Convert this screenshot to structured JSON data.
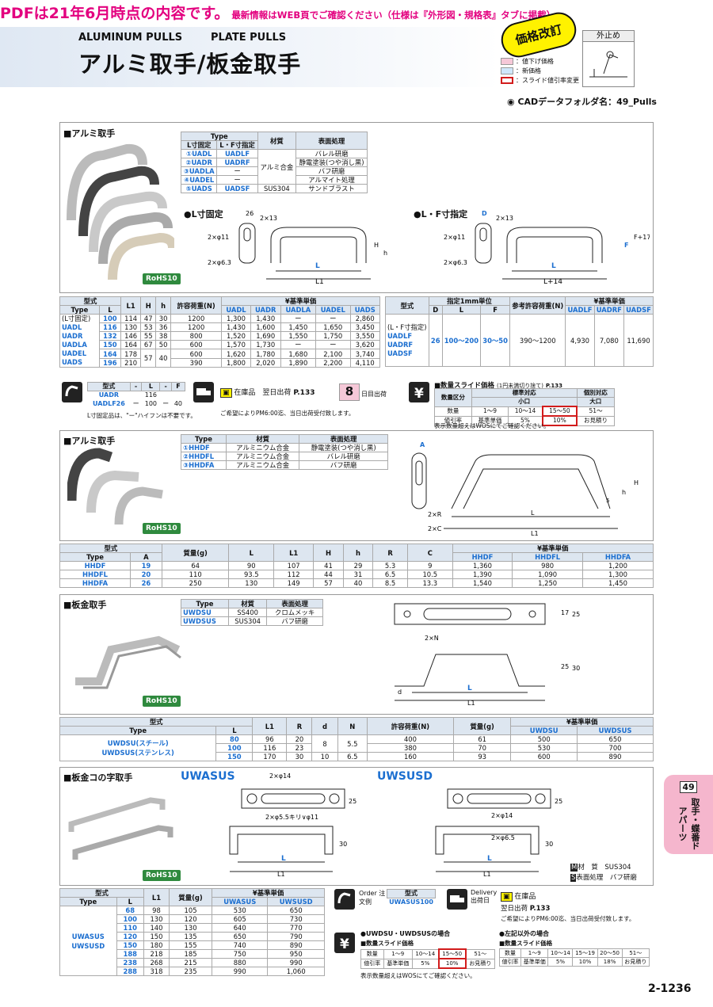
{
  "banner": {
    "main": "PDFは21年6月時点の内容です。",
    "sub": "最新情報はWEB頁でご確認ください（仕様は『外形図・規格表』タブに掲載）"
  },
  "header": {
    "en1": "ALUMINUM PULLS",
    "en2": "PLATE PULLS",
    "jp": "アルミ取手/板金取手",
    "badge": "価格改訂",
    "legend": [
      "：値下げ価格",
      "：新価格",
      "：スライド値引率変更"
    ],
    "outside": "外止め",
    "cad": "CADデータフォルダ名：49_Pulls"
  },
  "colors": {
    "blue": "#1c6fd0",
    "pink": "#e3007f",
    "green": "#2f8a3e"
  },
  "s1": {
    "title": "アルミ取手",
    "rohs": "RoHS10",
    "type_table": {
      "h_type": "Type",
      "h_l": "L寸固定",
      "h_lf": "L・F寸指定",
      "h_mat": "材質",
      "h_surf": "表面処理",
      "rows": [
        [
          "①UADL",
          "UADLF",
          "アルミ合金",
          "バレル研磨"
        ],
        [
          "②UADR",
          "UADRF",
          "",
          "静電塗装(つや消し黒)"
        ],
        [
          "③UADLA",
          "ー",
          "",
          "バフ研磨"
        ],
        [
          "④UADEL",
          "ー",
          "",
          "アルマイト処理"
        ],
        [
          "⑤UADS",
          "UADSF",
          "SUS304",
          "サンドブラスト"
        ]
      ]
    },
    "lab_fixed": "●L寸固定",
    "lab_lf": "●L・F寸指定",
    "table_left": {
      "h": [
        "型式",
        "",
        "L1",
        "H",
        "h",
        "許容荷重(N)",
        "¥基準単価"
      ],
      "sub": [
        "Type",
        "L",
        "UADL",
        "UADR",
        "UADLA",
        "UADEL",
        "UADS"
      ],
      "types": [
        "(L寸固定)",
        "UADL",
        "UADR",
        "UADLA",
        "UADEL",
        "UADS"
      ],
      "rows": [
        [
          "100",
          "114",
          "47",
          "30",
          "1200",
          "1,300",
          "1,430",
          "ー",
          "ー",
          "2,860"
        ],
        [
          "116",
          "130",
          "53",
          "36",
          "1200",
          "1,430",
          "1,600",
          "1,450",
          "1,650",
          "3,450"
        ],
        [
          "132",
          "146",
          "55",
          "38",
          "800",
          "1,520",
          "1,690",
          "1,550",
          "1,750",
          "3,550"
        ],
        [
          "150",
          "164",
          "67",
          "50",
          "600",
          "1,570",
          "1,730",
          "ー",
          "ー",
          "3,620"
        ],
        [
          "164",
          "178",
          "",
          "",
          "600",
          "1,620",
          "1,780",
          "1,680",
          "2,100",
          "3,740"
        ],
        [
          "196",
          "210",
          "57",
          "40",
          "390",
          "1,800",
          "2,020",
          "1,890",
          "2,200",
          "4,110"
        ]
      ]
    },
    "table_right": {
      "h": [
        "型式",
        "指定1mm単位",
        "参考許容荷重(N)",
        "¥基準単価"
      ],
      "sub": [
        "Type",
        "D",
        "L",
        "F",
        "UADLF",
        "UADRF",
        "UADSF"
      ],
      "types": [
        "(L・F寸指定)",
        "UADLF",
        "UADRF",
        "UADSF"
      ],
      "row": [
        "26",
        "100〜200",
        "30〜50",
        "390〜1200",
        "4,930",
        "7,080",
        "11,690"
      ]
    },
    "order": {
      "h": [
        "型式",
        "L",
        "F"
      ],
      "r1": [
        "UADR",
        "116",
        ""
      ],
      "r2": [
        "UADLF26",
        "100",
        "40"
      ],
      "note": "L寸固定品は、\"ー\"ハイフンは不要です。"
    },
    "delivery": {
      "stock": "在庫品",
      "next": "翌日出荷",
      "pnum": "P.133",
      "days": "8",
      "days_lbl": "日目出荷",
      "note": "ご希望によりPM6:00迄、当日出荷受付致します。"
    },
    "slide": {
      "title": "数量スライド価格",
      "note1": "(1円未満切り捨て)",
      "pnum": "P.133",
      "cols": [
        "数量区分",
        "標準対応",
        "個別対応"
      ],
      "sub": [
        "小口",
        "大口"
      ],
      "qty": [
        "数量",
        "1〜9",
        "10〜14",
        "15〜50",
        "51〜"
      ],
      "rate": [
        "値引率",
        "基準単価",
        "5%",
        "10%",
        "お見積り"
      ],
      "foot": "表示数量超えはWOSにてご確認ください。"
    }
  },
  "s2": {
    "title": "アルミ取手",
    "rohs": "RoHS10",
    "type_table": {
      "h": [
        "Type",
        "材質",
        "表面処理"
      ],
      "rows": [
        [
          "①HHDF",
          "アルミニウム合金",
          "静電塗装(つや消し黒)"
        ],
        [
          "②HHDFL",
          "アルミニウム合金",
          "バレル研磨"
        ],
        [
          "③HHDFA",
          "アルミニウム合金",
          "バフ研磨"
        ]
      ]
    },
    "table": {
      "h": [
        "型式",
        "",
        "質量(g)",
        "L",
        "L1",
        "H",
        "h",
        "R",
        "C",
        "¥基準単価"
      ],
      "sub": [
        "Type",
        "A",
        "HHDF",
        "HHDFL",
        "HHDFA"
      ],
      "rows": [
        [
          "HHDF",
          "19",
          "64",
          "90",
          "107",
          "41",
          "29",
          "5.3",
          "9",
          "1,360",
          "980",
          "1,200"
        ],
        [
          "HHDFL",
          "20",
          "110",
          "93.5",
          "112",
          "44",
          "31",
          "6.5",
          "10.5",
          "1,390",
          "1,090",
          "1,300"
        ],
        [
          "HHDFA",
          "26",
          "250",
          "130",
          "149",
          "57",
          "40",
          "8.5",
          "13.3",
          "1,540",
          "1,250",
          "1,450"
        ]
      ]
    }
  },
  "s3": {
    "title": "板金取手",
    "rohs": "RoHS10",
    "type_table": {
      "h": [
        "Type",
        "材質",
        "表面処理"
      ],
      "rows": [
        [
          "UWDSU",
          "SS400",
          "クロムメッキ"
        ],
        [
          "UWDSUS",
          "SUS304",
          "バフ研磨"
        ]
      ]
    },
    "table": {
      "h": [
        "型式",
        "",
        "L1",
        "R",
        "d",
        "N",
        "許容荷重(N)",
        "質量(g)",
        "¥基準単価"
      ],
      "sub": [
        "Type",
        "L",
        "UWDSU",
        "UWDSUS"
      ],
      "types": [
        "UWDSU(スチール)",
        "UWDSUS(ステンレス)"
      ],
      "rows": [
        [
          "80",
          "96",
          "20",
          "",
          "",
          "400",
          "61",
          "500",
          "650"
        ],
        [
          "100",
          "116",
          "23",
          "8",
          "5.5",
          "380",
          "70",
          "530",
          "700"
        ],
        [
          "150",
          "170",
          "30",
          "10",
          "6.5",
          "160",
          "93",
          "600",
          "890"
        ]
      ]
    }
  },
  "s4": {
    "title": "板金コの字取手",
    "rohs": "RoHS10",
    "lab1": "UWASUS",
    "lab2": "UWSUSD",
    "mat": "材　質　SUS304",
    "surf": "表面処理　バフ研磨",
    "table": {
      "h": [
        "型式",
        "",
        "L1",
        "質量(g)",
        "¥基準単価"
      ],
      "sub": [
        "Type",
        "L",
        "UWASUS",
        "UWSUSD"
      ],
      "types": [
        "UWASUS",
        "UWSUSD"
      ],
      "rows": [
        [
          "68",
          "98",
          "105",
          "530",
          "650"
        ],
        [
          "100",
          "130",
          "120",
          "605",
          "730"
        ],
        [
          "110",
          "140",
          "130",
          "640",
          "770"
        ],
        [
          "120",
          "150",
          "135",
          "650",
          "790"
        ],
        [
          "150",
          "180",
          "155",
          "740",
          "890"
        ],
        [
          "188",
          "218",
          "185",
          "750",
          "950"
        ],
        [
          "238",
          "268",
          "215",
          "880",
          "990"
        ],
        [
          "288",
          "318",
          "235",
          "990",
          "1,060"
        ]
      ]
    },
    "order": {
      "lbl": "Order 注文例",
      "h": "型式",
      "v": "UWASUS100"
    },
    "delivery": {
      "lbl": "Delivery 出荷日",
      "stock": "在庫品",
      "next": "翌日出荷",
      "pnum": "P.133",
      "note": "ご希望によりPM6:00迄、当日出荷受付致します。"
    },
    "slide1": {
      "case": "●UWDSU・UWDSUSの場合",
      "title": "数量スライド価格",
      "qty": [
        "数量",
        "1〜9",
        "10〜14",
        "15〜50",
        "51〜"
      ],
      "rate": [
        "値引率",
        "基準単価",
        "5%",
        "10%",
        "お見積り"
      ]
    },
    "slide2": {
      "case": "●左記以外の場合",
      "title": "数量スライド価格",
      "qty": [
        "数量",
        "1〜9",
        "10〜14",
        "15〜19",
        "20〜50",
        "51〜"
      ],
      "rate": [
        "値引率",
        "基準単価",
        "5%",
        "10%",
        "18%",
        "お見積り"
      ]
    },
    "foot": "表示数量超えはWOSにてご確認ください。"
  },
  "side": {
    "num": "49",
    "text": "取手・蝶番ドアパーツ"
  },
  "page": "2-1236"
}
